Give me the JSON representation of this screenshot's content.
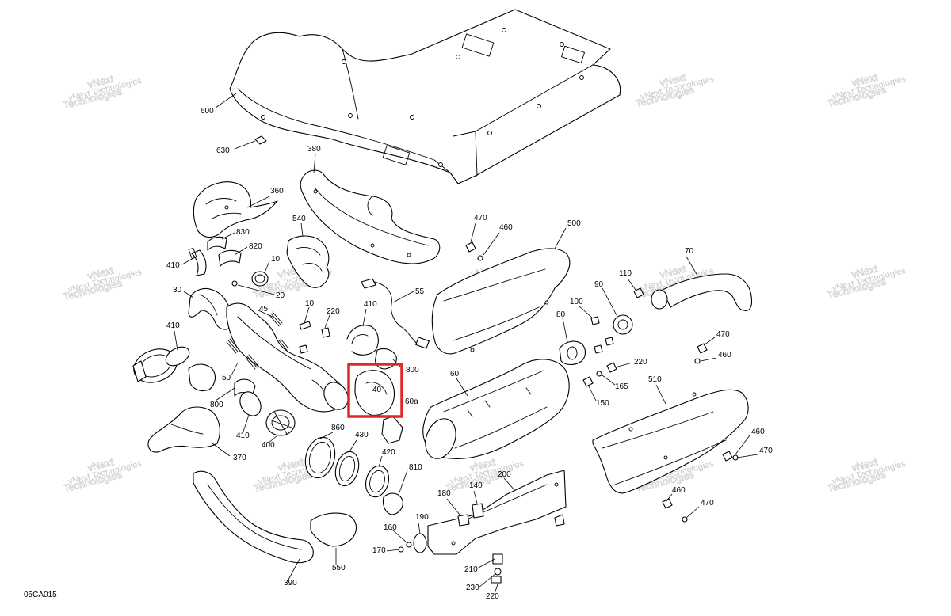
{
  "drawing_code": "05CA015",
  "watermark": {
    "line1": "vNext",
    "line2": "Technologies",
    "small": "vNext Technologies"
  },
  "highlight": {
    "color": "#e0262a",
    "callout": "40"
  },
  "callouts": [
    {
      "id": "600",
      "label": "600"
    },
    {
      "id": "630",
      "label": "630"
    },
    {
      "id": "380",
      "label": "380"
    },
    {
      "id": "360",
      "label": "360"
    },
    {
      "id": "830",
      "label": "830"
    },
    {
      "id": "820",
      "label": "820"
    },
    {
      "id": "410a",
      "label": "410"
    },
    {
      "id": "10a",
      "label": "10"
    },
    {
      "id": "20",
      "label": "20"
    },
    {
      "id": "540",
      "label": "540"
    },
    {
      "id": "30",
      "label": "30"
    },
    {
      "id": "45",
      "label": "45"
    },
    {
      "id": "10b",
      "label": "10"
    },
    {
      "id": "220a",
      "label": "220"
    },
    {
      "id": "410b",
      "label": "410"
    },
    {
      "id": "55",
      "label": "55"
    },
    {
      "id": "470a",
      "label": "470"
    },
    {
      "id": "460a",
      "label": "460"
    },
    {
      "id": "500",
      "label": "500"
    },
    {
      "id": "70",
      "label": "70"
    },
    {
      "id": "110",
      "label": "110"
    },
    {
      "id": "90",
      "label": "90"
    },
    {
      "id": "100",
      "label": "100"
    },
    {
      "id": "80",
      "label": "80"
    },
    {
      "id": "410c",
      "label": "410"
    },
    {
      "id": "50",
      "label": "50"
    },
    {
      "id": "800a",
      "label": "800"
    },
    {
      "id": "40",
      "label": "40"
    },
    {
      "id": "60a",
      "label": "60a"
    },
    {
      "id": "800b",
      "label": "800"
    },
    {
      "id": "60",
      "label": "60"
    },
    {
      "id": "220b",
      "label": "220"
    },
    {
      "id": "165",
      "label": "165"
    },
    {
      "id": "150",
      "label": "150"
    },
    {
      "id": "470b",
      "label": "470"
    },
    {
      "id": "460b",
      "label": "460"
    },
    {
      "id": "510",
      "label": "510"
    },
    {
      "id": "410d",
      "label": "410"
    },
    {
      "id": "400",
      "label": "400"
    },
    {
      "id": "860",
      "label": "860"
    },
    {
      "id": "430",
      "label": "430"
    },
    {
      "id": "420",
      "label": "420"
    },
    {
      "id": "370",
      "label": "370"
    },
    {
      "id": "810",
      "label": "810"
    },
    {
      "id": "140",
      "label": "140"
    },
    {
      "id": "200",
      "label": "200"
    },
    {
      "id": "180",
      "label": "180"
    },
    {
      "id": "460c",
      "label": "460"
    },
    {
      "id": "470c",
      "label": "470"
    },
    {
      "id": "460d",
      "label": "460"
    },
    {
      "id": "470d",
      "label": "470"
    },
    {
      "id": "190",
      "label": "190"
    },
    {
      "id": "160",
      "label": "160"
    },
    {
      "id": "170",
      "label": "170"
    },
    {
      "id": "210",
      "label": "210"
    },
    {
      "id": "230",
      "label": "230"
    },
    {
      "id": "220c",
      "label": "220"
    },
    {
      "id": "390",
      "label": "390"
    },
    {
      "id": "550",
      "label": "550"
    }
  ]
}
